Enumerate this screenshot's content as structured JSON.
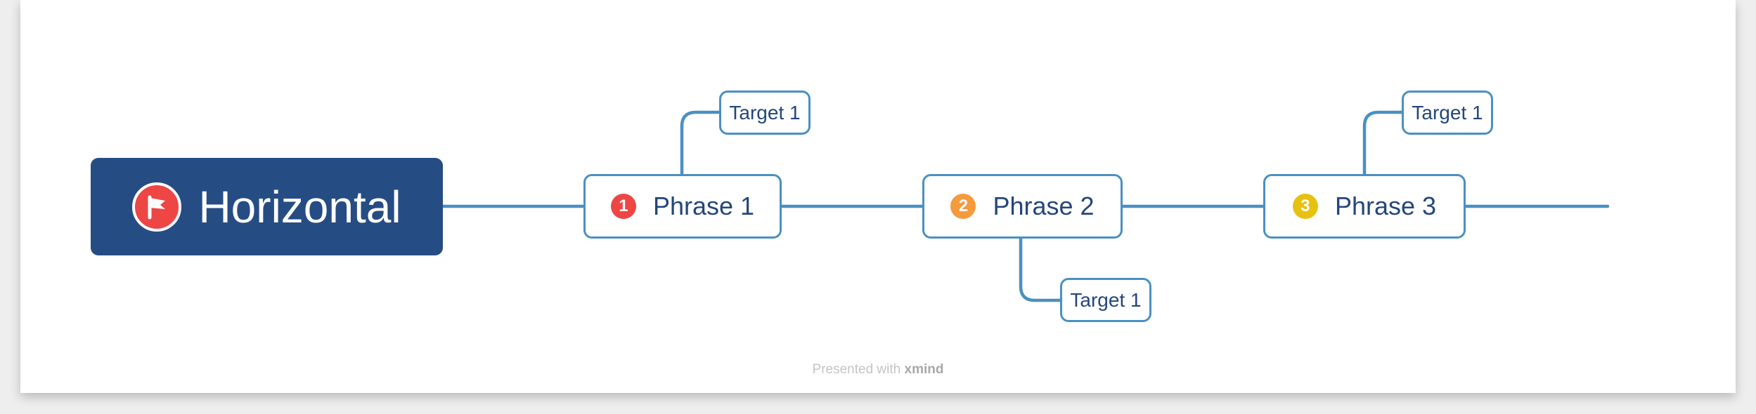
{
  "central": {
    "label": "Horizontal",
    "icon": "flag-icon",
    "color": "#264c84"
  },
  "phrases": [
    {
      "label": "Phrase 1",
      "marker": "1",
      "marker_color": "#ee4545"
    },
    {
      "label": "Phrase 2",
      "marker": "2",
      "marker_color": "#f59a3d"
    },
    {
      "label": "Phrase 3",
      "marker": "3",
      "marker_color": "#e8c010"
    }
  ],
  "targets": [
    {
      "label": "Target 1",
      "parent": "Phrase 1"
    },
    {
      "label": "Target 1",
      "parent": "Phrase 2"
    },
    {
      "label": "Target 1",
      "parent": "Phrase 3"
    }
  ],
  "connector_color": "#4a90c2",
  "footer": {
    "prefix": "Presented with",
    "brand": "xmind"
  }
}
